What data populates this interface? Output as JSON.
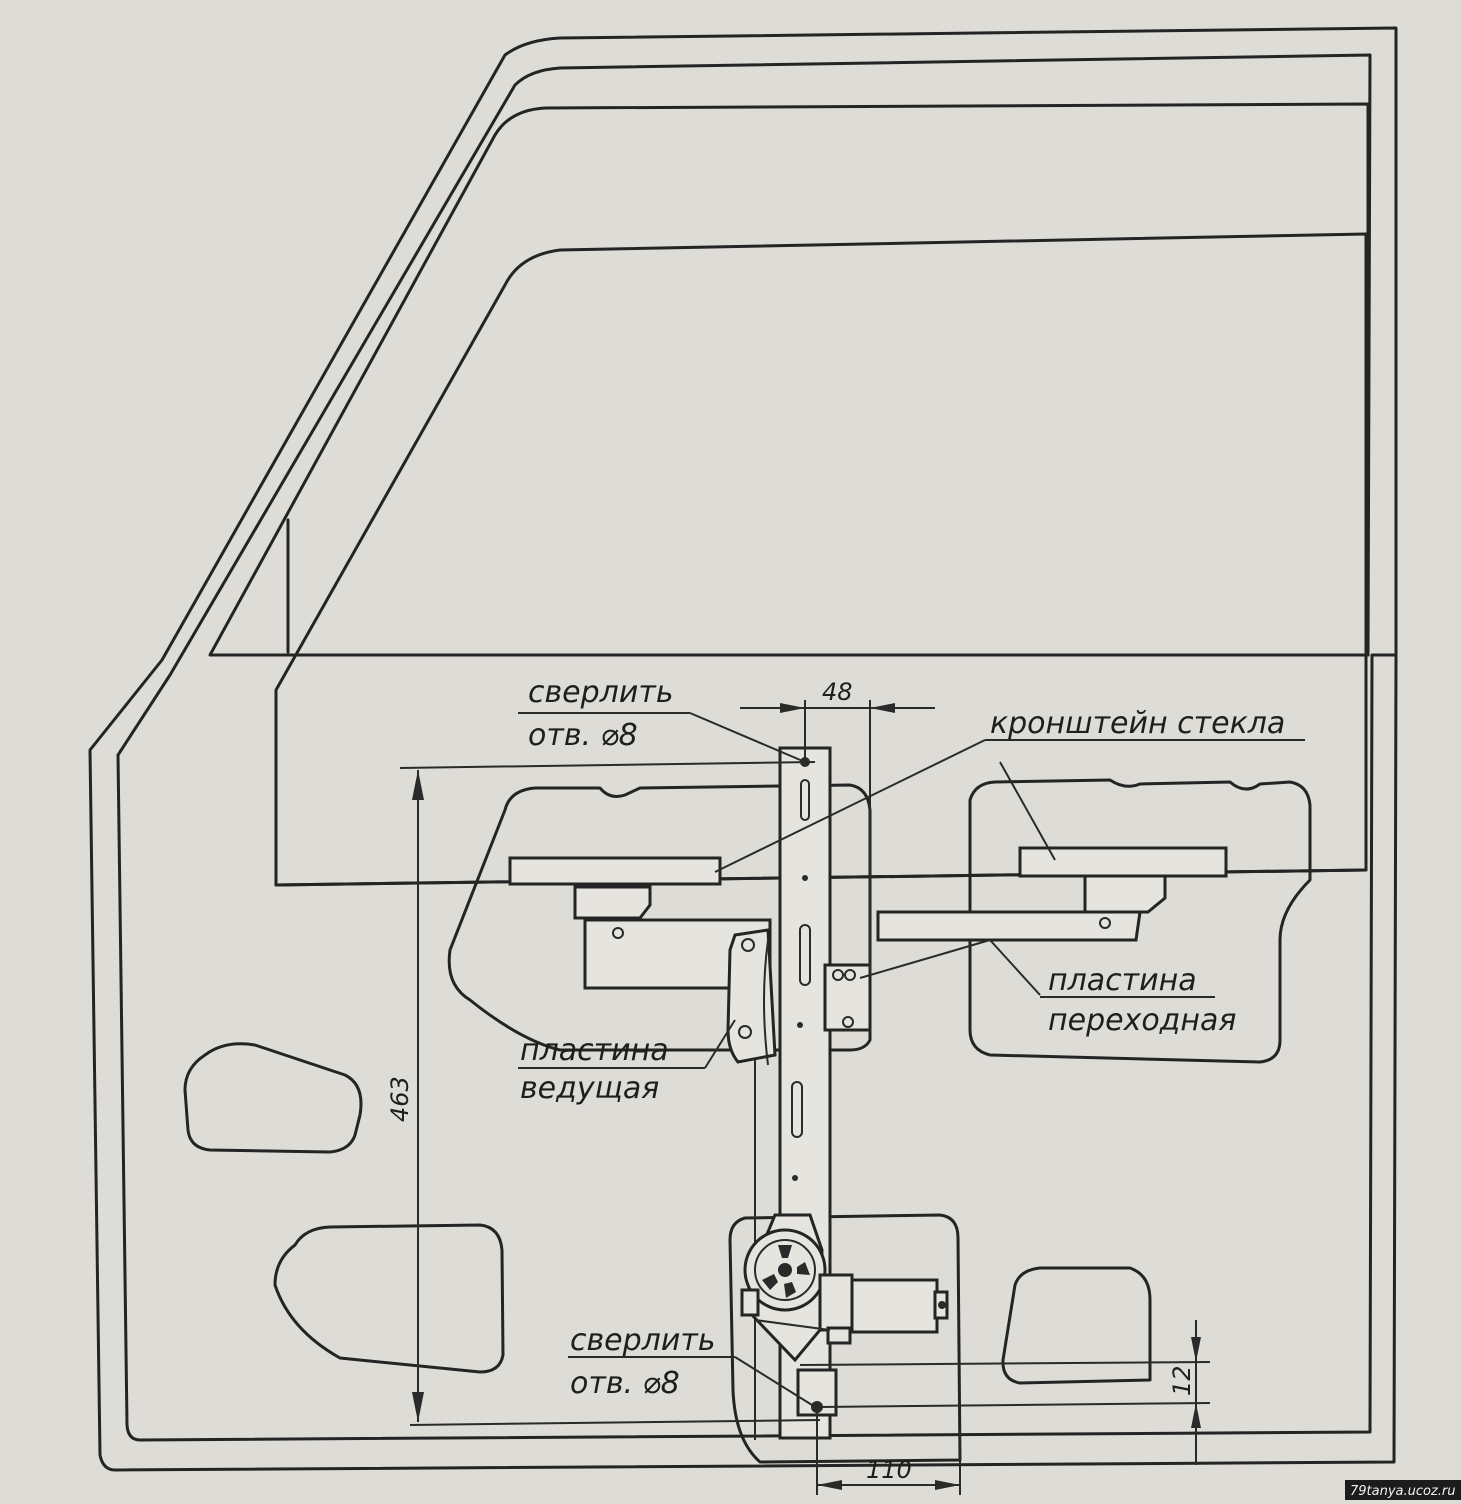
{
  "labels": {
    "drill_top_1": "сверлить",
    "drill_top_2": "отв. ⌀8",
    "glass_bracket": "кронштейн стекла",
    "adapter_plate_1": "пластина",
    "adapter_plate_2": "переходная",
    "drive_plate_1": "пластина",
    "drive_plate_2": "ведущая",
    "drill_bottom_1": "сверлить",
    "drill_bottom_2": "отв. ⌀8"
  },
  "dimensions": {
    "top_width": "48",
    "height": "463",
    "bottom_width": "110",
    "bottom_offset": "12"
  },
  "watermark": "79tanya.ucoz.ru"
}
